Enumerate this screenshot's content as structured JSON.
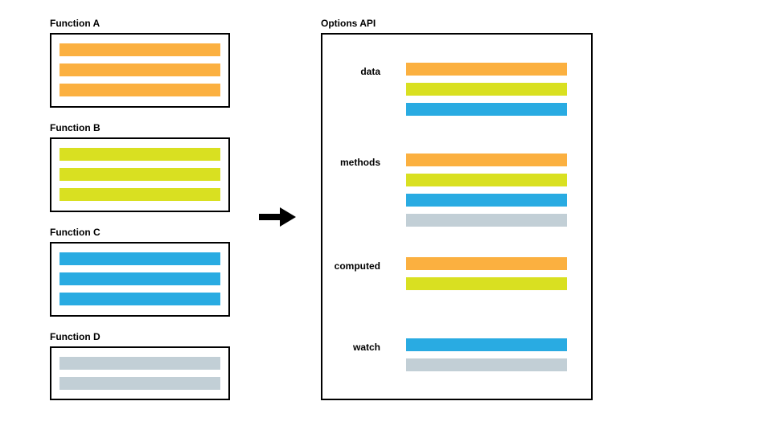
{
  "colors": {
    "orange": "#fbb040",
    "yellow": "#d9e021",
    "blue": "#29abe2",
    "gray": "#c2cfd6"
  },
  "functions": [
    {
      "title": "Function A",
      "bars": [
        "orange",
        "orange",
        "orange"
      ]
    },
    {
      "title": "Function B",
      "bars": [
        "yellow",
        "yellow",
        "yellow"
      ]
    },
    {
      "title": "Function C",
      "bars": [
        "blue",
        "blue",
        "blue"
      ]
    },
    {
      "title": "Function D",
      "bars": [
        "gray",
        "gray"
      ]
    }
  ],
  "arrow_icon": "right-arrow-icon",
  "options_api": {
    "title": "Options API",
    "sections": [
      {
        "label": "data",
        "bars": [
          "orange",
          "yellow",
          "blue"
        ]
      },
      {
        "label": "methods",
        "bars": [
          "orange",
          "yellow",
          "blue",
          "gray"
        ]
      },
      {
        "label": "computed",
        "bars": [
          "orange",
          "yellow"
        ]
      },
      {
        "label": "watch",
        "bars": [
          "blue",
          "gray"
        ]
      }
    ]
  }
}
